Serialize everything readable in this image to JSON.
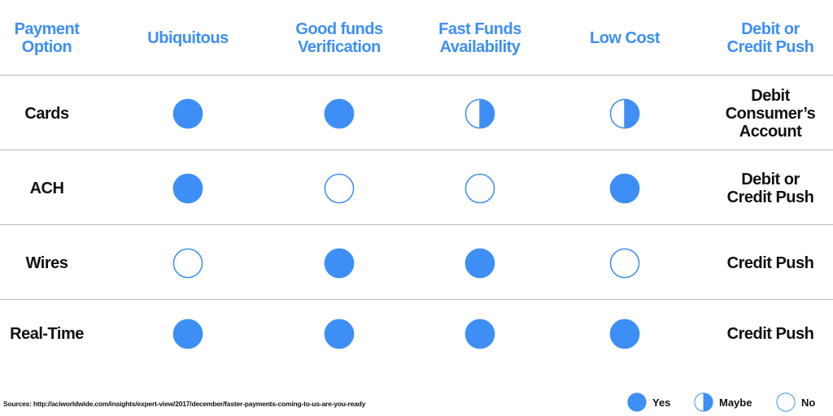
{
  "chart_data": {
    "type": "table",
    "columns": [
      "Payment Option",
      "Ubiquitous",
      "Good funds Verification",
      "Fast Funds Availability",
      "Low Cost",
      "Debit or Credit Push"
    ],
    "header_lines": [
      [
        "Payment",
        "Option"
      ],
      [
        "Ubiquitous"
      ],
      [
        "Good funds",
        "Verification"
      ],
      [
        "Fast Funds",
        "Availability"
      ],
      [
        "Low Cost"
      ],
      [
        "Debit or",
        "Credit Push"
      ]
    ],
    "rows": [
      {
        "label": "Cards",
        "values": [
          "yes",
          "yes",
          "maybe",
          "maybe"
        ],
        "push": [
          "Debit",
          "Consumer’s",
          "Account"
        ]
      },
      {
        "label": "ACH",
        "values": [
          "yes",
          "no",
          "no",
          "yes"
        ],
        "push": [
          "Debit or",
          "Credit Push"
        ]
      },
      {
        "label": "Wires",
        "values": [
          "no",
          "yes",
          "yes",
          "no"
        ],
        "push": [
          "Credit Push"
        ]
      },
      {
        "label": "Real-Time",
        "values": [
          "yes",
          "yes",
          "yes",
          "yes"
        ],
        "push": [
          "Credit Push"
        ]
      }
    ],
    "legend": [
      {
        "key": "yes",
        "label": "Yes"
      },
      {
        "key": "maybe",
        "label": "Maybe"
      },
      {
        "key": "no",
        "label": "No"
      }
    ],
    "colors": {
      "accent": "#3d8ff5",
      "text": "#111111",
      "divider": "#b9b9b9"
    }
  },
  "footer": {
    "source": "Sources: http://aciworldwide.com/insights/expert-view/2017/december/faster-payments-coming-to-us-are-you-ready"
  }
}
